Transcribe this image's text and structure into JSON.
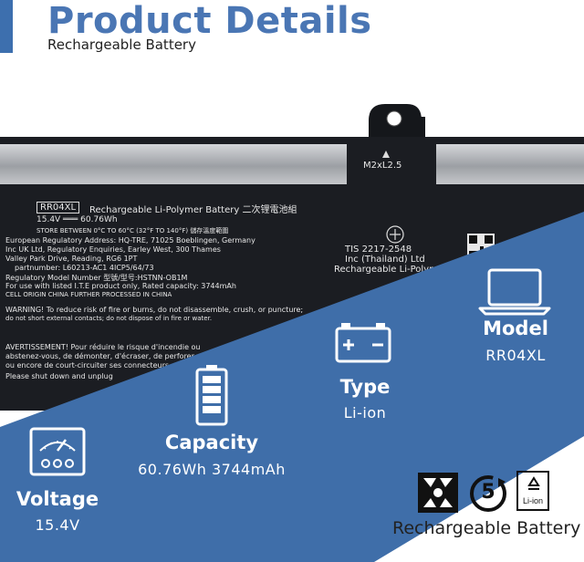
{
  "header": {
    "title": "Product Details",
    "subtitle": "Rechargeable Battery"
  },
  "battery_label": {
    "part_tag": "RR04XL",
    "heading": "Rechargeable Li-Polymer Battery 二次锂電池組",
    "voltage_line": "15.4V ═══ 60.76Wh",
    "store_line": "STORE BETWEEN  0°C TO 60°C (32°F TO 140°F) 儲存溫度範圍",
    "eu_line": "European Regulatory Address:    HQ-TRE, 71025 Boeblingen, Germany",
    "uk_line": "Inc UK Ltd, Regulatory Enquiries,  Earley West, 300 Thames",
    "valley_line": "Valley Park Drive, Reading, RG6 1PT",
    "part_line": "partnumber: L60213-AC1   4ICP5/64/73",
    "model_line": "Regulatory Model Number 型號/型号:HSTNN-OB1M",
    "ite_line": "For use with listed I.T.E product only,   Rated capacity: 3744mAh",
    "origin_line": "CELL ORIGIN CHINA FURTHER PROCESSED IN CHINA",
    "warning_line": "WARNING! To reduce risk of fire or burns, do not disassemble, crush, or puncture;",
    "warning_line2": "do not short external contacts; do not dispose of in fire or water.",
    "avert_line": "AVERTISSEMENT! Pour réduire le risque d'incendie ou",
    "avert_line2": "abstenez-vous, de démonter, d'écraser, de perforer",
    "avert_line3": "ou encore de court-circuiter ses connecteurs",
    "shut_line": "Please shut down and unplug",
    "screw_label": "M2xL2.5",
    "tis_line": "TIS 2217-2548",
    "thailand_line": "Inc (Thailand) Ltd",
    "rechargeable_line": "Rechargeable Li-Polymer"
  },
  "specs": {
    "model": {
      "label": "Model",
      "value": "RR04XL"
    },
    "type": {
      "label": "Type",
      "value": "Li-ion"
    },
    "capacity": {
      "label": "Capacity",
      "value": "60.76Wh 3744mAh"
    },
    "voltage": {
      "label": "Voltage",
      "value": "15.4V"
    }
  },
  "recycle": {
    "number": "5",
    "li_ion_tag": "Li-ion",
    "caption": "Rechargeable Battery"
  },
  "colors": {
    "accent": "#3d6fae",
    "panel": "#3f6ea9",
    "battery": "#1b1d22"
  }
}
